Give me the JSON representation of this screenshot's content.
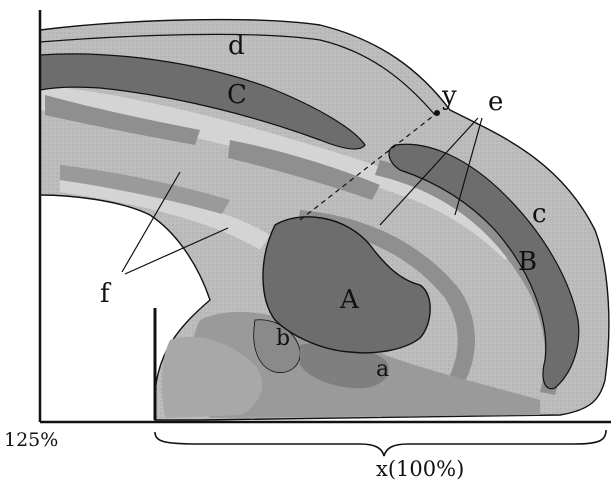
{
  "figure": {
    "region_labels": {
      "A": "A",
      "B": "B",
      "C": "C"
    },
    "letter_labels": {
      "a": "a",
      "b": "b",
      "c": "c",
      "d": "d",
      "e": "e",
      "f": "f",
      "y": "y"
    },
    "scale_labels": {
      "left": "125%",
      "bottom": "x(100%)"
    },
    "colors": {
      "background": "#ffffff",
      "light_tissue": "#bdbdbd",
      "mid_tissue": "#8f8f8f",
      "dark_region": "#6d6d6d",
      "outline": "#111111"
    }
  }
}
